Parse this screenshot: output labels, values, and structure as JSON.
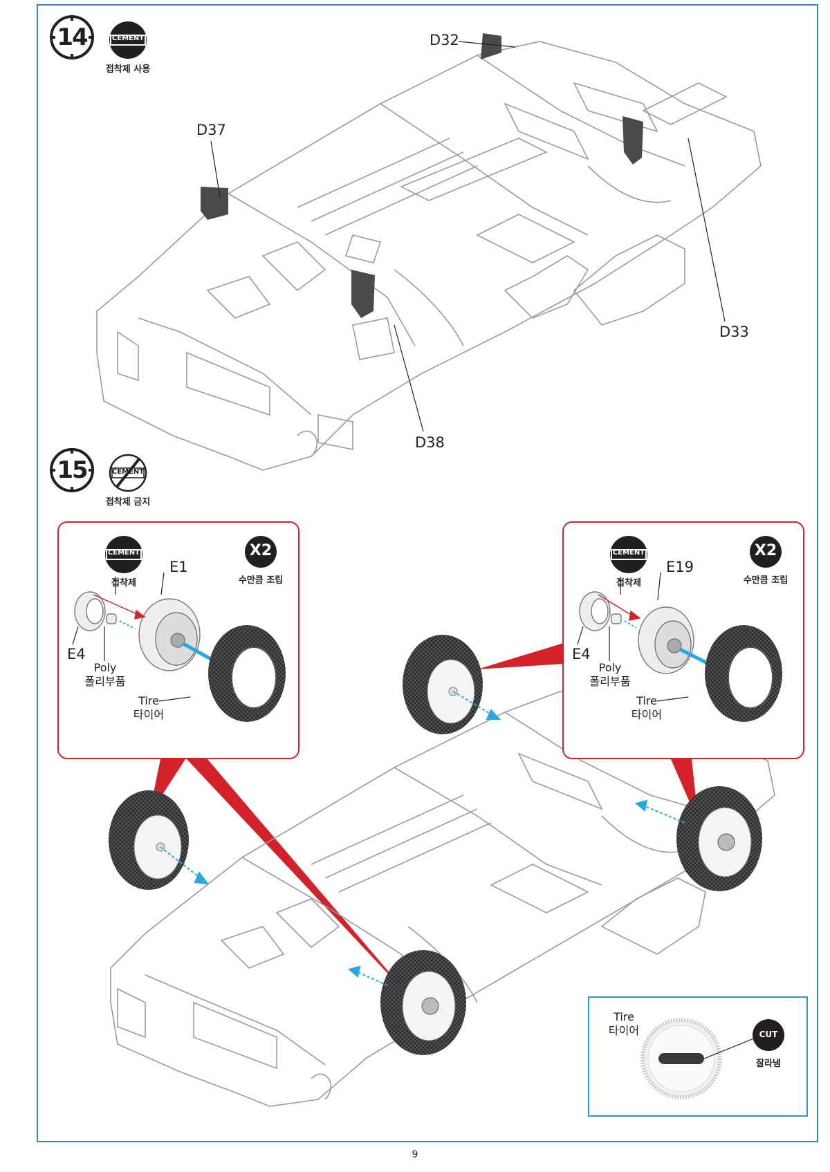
{
  "page": {
    "number": "9"
  },
  "colors": {
    "frame": "#3d7cc9",
    "callout": "#d2232a",
    "arrow": "#2aa7df",
    "note_border": "#2a9ad6",
    "ink": "#231f20",
    "line_art": "#9a9a9a"
  },
  "step14": {
    "number": "14",
    "cement_icon": {
      "label": "CEMENT",
      "caption": "접착제 사용"
    },
    "parts": [
      "D32",
      "D37",
      "D33",
      "D38"
    ]
  },
  "step15": {
    "number": "15",
    "no_cement_icon": {
      "label": "CEMENT",
      "caption": "접착제 금지"
    },
    "detail_left": {
      "cement_label": "CEMENT",
      "cement_caption": "접착제",
      "qty_label": "X2",
      "qty_caption": "수만큼 조립",
      "wheel_part": "E1",
      "hub_part": "E4",
      "poly_en": "Poly",
      "poly_ko": "폴리부품",
      "tire_en": "Tire",
      "tire_ko": "타이어"
    },
    "detail_right": {
      "cement_label": "CEMENT",
      "cement_caption": "접착제",
      "qty_label": "X2",
      "qty_caption": "수만큼 조립",
      "wheel_part": "E19",
      "hub_part": "E4",
      "poly_en": "Poly",
      "poly_ko": "폴리부품",
      "tire_en": "Tire",
      "tire_ko": "타이어"
    },
    "tire_note": {
      "tire_en": "Tire",
      "tire_ko": "타이어",
      "cut_label": "CUT",
      "cut_caption": "잘라냄"
    }
  }
}
